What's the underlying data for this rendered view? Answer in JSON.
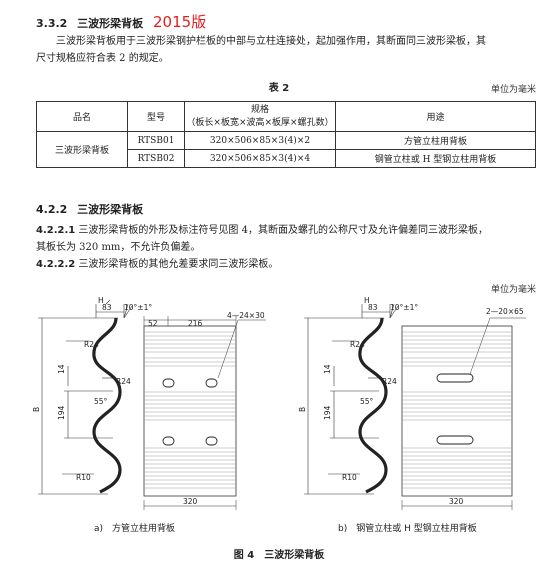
{
  "sec_332": {
    "number": "3.3.2",
    "title": "三波形梁背板",
    "tag": "2015版"
  },
  "para_332": {
    "line1": "三波形梁背板用于三波形梁钢护栏板的中部与立柱连接处，起加强作用，其断面同三波形梁板，其",
    "line2": "尺寸规格应符合表 2 的规定。"
  },
  "table2": {
    "title": "表 2",
    "unit": "单位为毫米",
    "headers": {
      "name": "品名",
      "model": "型号",
      "spec_line1": "规格",
      "spec_line2": "（板长×板宽×波高×板厚×螺孔数）",
      "usage": "用途"
    },
    "name_value": "三波形梁背板",
    "rows": [
      {
        "model": "RTSB01",
        "spec": "320×506×85×3(4)×2",
        "usage": "方管立柱用背板"
      },
      {
        "model": "RTSB02",
        "spec": "320×506×85×3(4)×4",
        "usage": "钢管立柱或 H 型钢立柱用背板"
      }
    ]
  },
  "sec_422": {
    "number": "4.2.2",
    "title": "三波形梁背板"
  },
  "p4221": {
    "number": "4.2.2.1",
    "line1": "三波形梁背板的外形及标注符号见图 4，其断面及螺孔的公称尺寸及允许偏差同三波形梁板，",
    "line2": "其板长为 320 mm，不允许负偏差。"
  },
  "p4222": {
    "number": "4.2.2.2",
    "text": "三波形梁背板的其他允差要求同三波形梁板。"
  },
  "fig_unit": "单位为毫米",
  "figure_a": {
    "H": "H",
    "d83": "83",
    "angle": "10°±1°",
    "d52": "52",
    "d216": "216",
    "holes": "4—24×30",
    "R24a": "R24",
    "R24b": "R24",
    "d14": "14",
    "d55": "55°",
    "d194": "194",
    "B": "B",
    "R10": "R10",
    "d320": "320",
    "caption": "a)　方管立柱用背板"
  },
  "figure_b": {
    "H": "H",
    "d83": "83",
    "angle": "10°±1°",
    "holes": "2—20×65",
    "R24a": "R24",
    "R24b": "R24",
    "d14": "14",
    "d55": "55°",
    "d194": "194",
    "B": "B",
    "R10": "R10",
    "d320": "320",
    "caption": "b)　钢管立柱或 H 型钢立柱用背板"
  },
  "figure_caption": "图 4　三波形梁背板"
}
